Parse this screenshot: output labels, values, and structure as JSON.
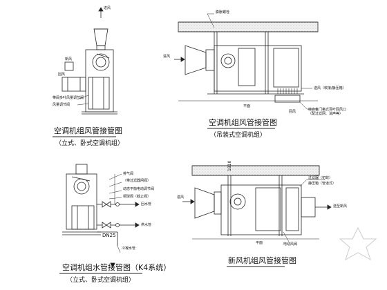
{
  "panels": [
    {
      "title": "空调机组风管接管图",
      "subtitle": "（立式、卧式空调机组）",
      "labels": {
        "air_in": "进风",
        "fresh_air": "新风",
        "return_air": "回风",
        "note": "带阀多叶风量调节阀",
        "note2": "风量调节阀"
      }
    },
    {
      "title": "空调机组风管接管图",
      "subtitle": "（吊装式空调机组）",
      "labels": {
        "hanger": "膨胀螺栓",
        "air_in": "进风",
        "floor": "平面",
        "outlet": "送风（软接/静压箱）",
        "return": "回风",
        "note": "综合金门格式百叶回风口（配过滤网、消声等）"
      }
    },
    {
      "title": "空调机组水管接管图",
      "title_suffix": "（K4系统）",
      "subtitle": "（立式、卧式空调机组）",
      "labels": {
        "dn": "DN25",
        "supply": "供水管",
        "return": "回水管",
        "cond": "冷凝水管",
        "v1": "排气阀",
        "v2": "（带过滤器闸阀）",
        "v3": "动态平衡电动调节阀",
        "v4": "铜球阀（截止阀）"
      }
    },
    {
      "title": "新风机组风管接管图",
      "labels": {
        "num": "1810",
        "air_in": "进风",
        "floor": "平面",
        "outlet": "送至新风",
        "dn": "过滤器（初效）",
        "box": "静压箱（管道式）",
        "note": "电动风阀"
      }
    }
  ]
}
